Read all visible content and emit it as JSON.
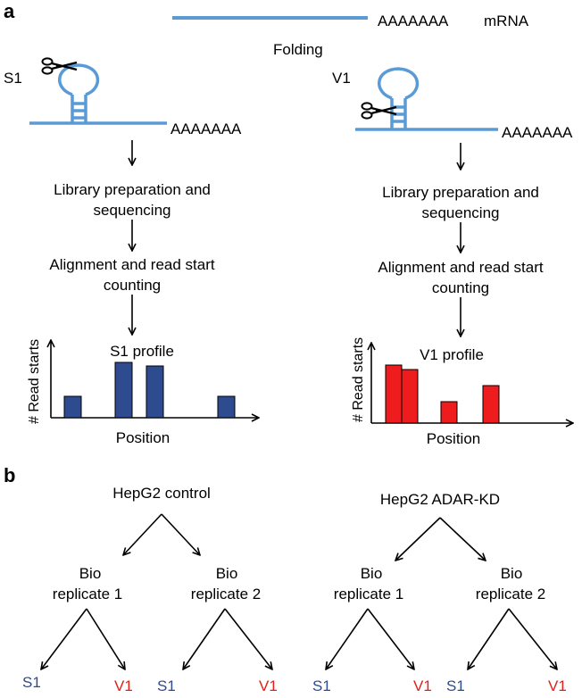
{
  "colors": {
    "rna": "#5a9bd6",
    "s1_bar": "#2e4b8f",
    "v1_bar": "#ee1c1c",
    "s1_label": "#2e4b8f",
    "v1_label": "#e0201b"
  },
  "panel_a": {
    "label": "a",
    "mrna_polya": "AAAAAAA",
    "mrna_label": "mRNA",
    "folding": "Folding",
    "left": {
      "enzyme": "S1",
      "polya": "AAAAAAA",
      "step1_line1": "Library preparation and",
      "step1_line2": "sequencing",
      "step2_line1": "Alignment and read start",
      "step2_line2": "counting",
      "profile_title": "S1 profile",
      "ylabel": "# Read starts",
      "xlabel": "Position"
    },
    "right": {
      "enzyme": "V1",
      "polya": "AAAAAAA",
      "step1_line1": "Library preparation and",
      "step1_line2": "sequencing",
      "step2_line1": "Alignment and read start",
      "step2_line2": "counting",
      "profile_title": "V1 profile",
      "ylabel": "# Read starts",
      "xlabel": "Position"
    }
  },
  "panel_b": {
    "label": "b",
    "left": {
      "root": "HepG2 control",
      "rep1_line1": "Bio",
      "rep1_line2": "replicate 1",
      "rep2_line1": "Bio",
      "rep2_line2": "replicate 2",
      "leaves": [
        "S1",
        "V1",
        "S1",
        "V1"
      ]
    },
    "right": {
      "root": "HepG2 ADAR-KD",
      "rep1_line1": "Bio",
      "rep1_line2": "replicate 1",
      "rep2_line1": "Bio",
      "rep2_line2": "replicate 2",
      "leaves": [
        "S1",
        "V1",
        "S1",
        "V1"
      ]
    }
  }
}
